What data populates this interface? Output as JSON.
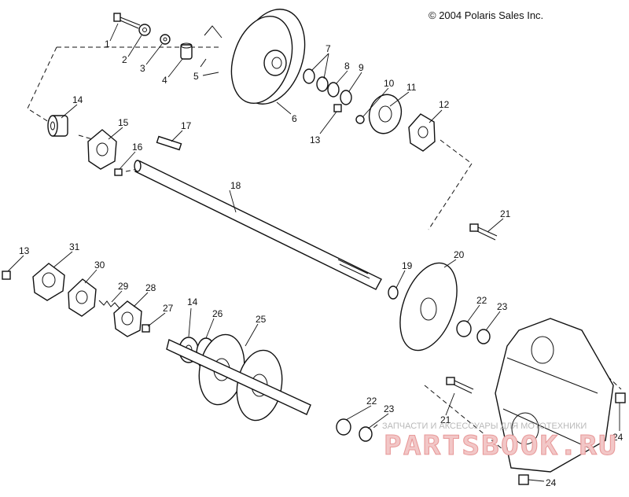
{
  "copyright": "© 2004 Polaris Sales Inc.",
  "watermark": {
    "caption": "ЗАПЧАСТИ И АКСЕССУАРЫ ДЛЯ МОТОТЕХНИКИ",
    "logo": "PARTSBOOK.RU"
  },
  "labels": {
    "p1": "1",
    "p2": "2",
    "p3": "3",
    "p4": "4",
    "p5": "5",
    "p6": "6",
    "p7": "7",
    "p8": "8",
    "p9": "9",
    "p10": "10",
    "p11": "11",
    "p12": "12",
    "p13a": "13",
    "p13b": "13",
    "p14a": "14",
    "p14b": "14",
    "p15": "15",
    "p16": "16",
    "p17": "17",
    "p18": "18",
    "p19": "19",
    "p20": "20",
    "p21a": "21",
    "p21b": "21",
    "p22a": "22",
    "p22b": "22",
    "p23a": "23",
    "p23b": "23",
    "p24a": "24",
    "p24b": "24",
    "p25": "25",
    "p26": "26",
    "p27": "27",
    "p28": "28",
    "p29": "29",
    "p30": "30",
    "p31": "31"
  }
}
